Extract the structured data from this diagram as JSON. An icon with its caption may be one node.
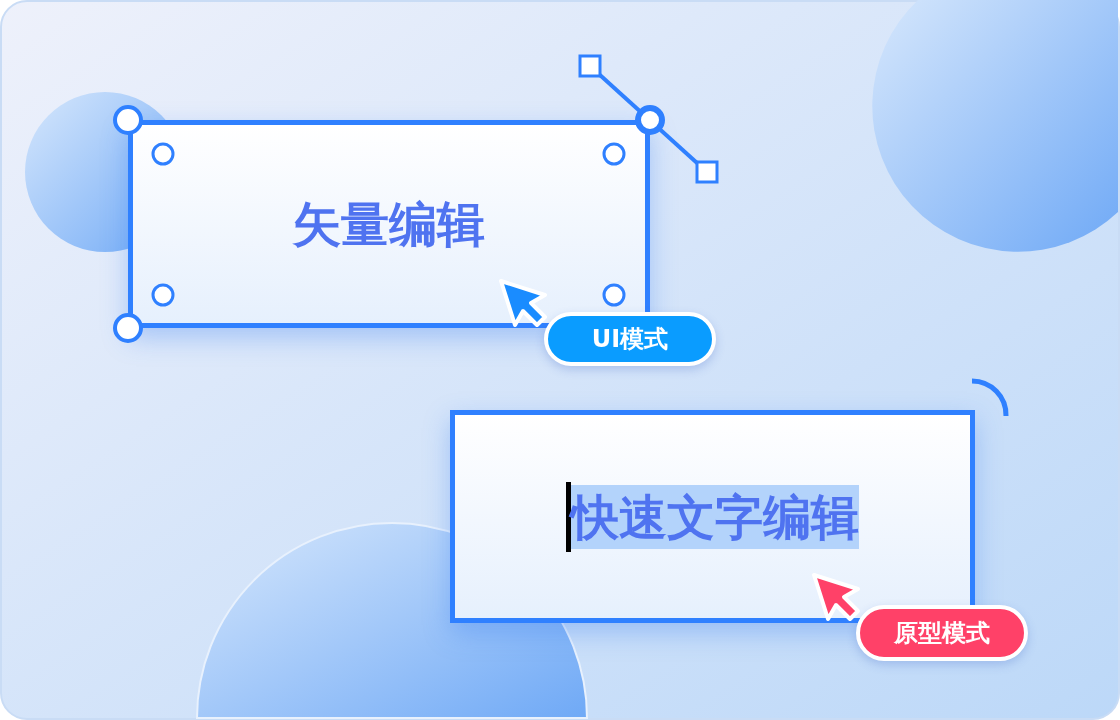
{
  "diagram": {
    "nodes": [
      {
        "text": [
          "矢量编辑"
        ]
      },
      {
        "text": [
          "UI模式"
        ]
      },
      {
        "text": [
          "快速文字编辑"
        ]
      },
      {
        "text": [
          "原型模式"
        ]
      }
    ]
  }
}
